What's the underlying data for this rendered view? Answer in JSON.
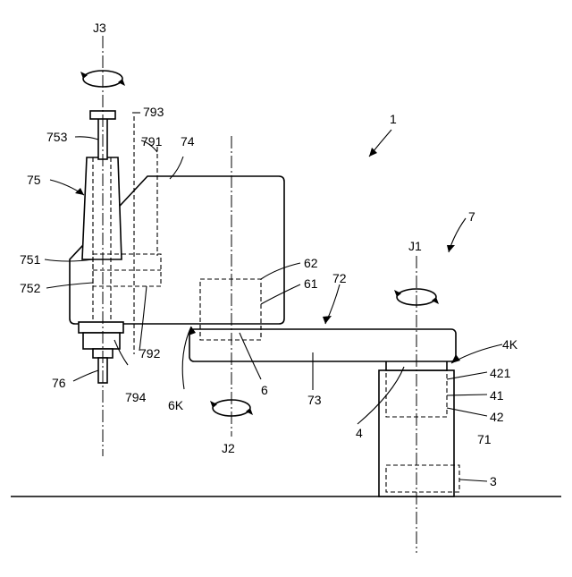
{
  "figure": {
    "axes": {
      "j1": "J1",
      "j2": "J2",
      "j3": "J3"
    },
    "labels": {
      "n1": "1",
      "n7": "7",
      "n753": "753",
      "n793": "793",
      "n791": "791",
      "n74": "74",
      "n75": "75",
      "n751": "751",
      "n752": "752",
      "n62": "62",
      "n61": "61",
      "n72": "72",
      "n4K": "4K",
      "n421": "421",
      "n41": "41",
      "n42": "42",
      "n71": "71",
      "n3": "3",
      "n76": "76",
      "n794": "794",
      "n792": "792",
      "n6K": "6K",
      "n6": "6",
      "n73": "73",
      "n4": "4"
    }
  }
}
